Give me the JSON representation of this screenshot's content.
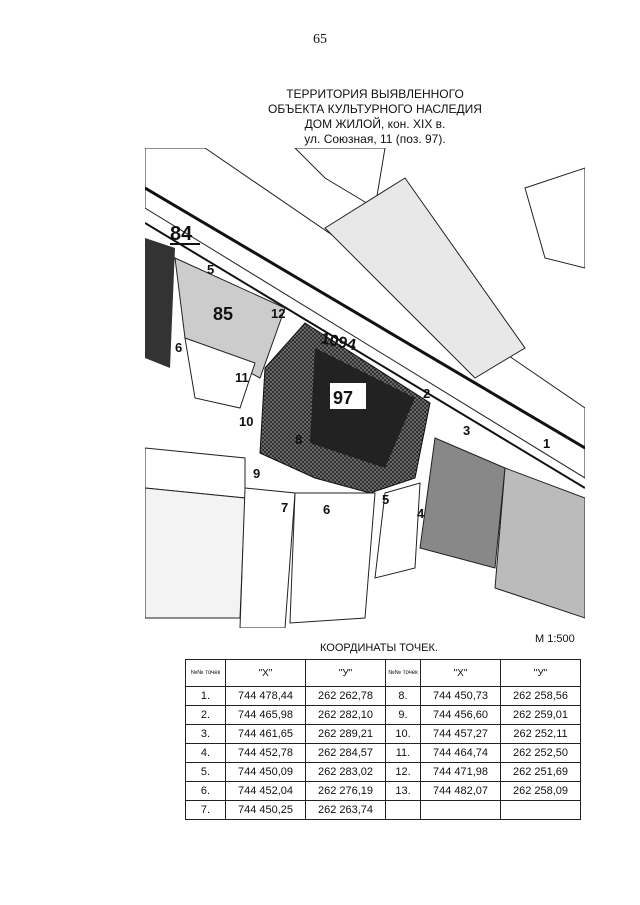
{
  "page_number": "65",
  "title": [
    "ТЕРРИТОРИЯ ВЫЯВЛЕННОГО",
    "ОБЪЕКТА КУЛЬТУРНОГО НАСЛЕДИЯ",
    "ДОМ ЖИЛОЙ, кон. XIX в.",
    "ул. Союзная, 11  (поз. 97)."
  ],
  "map": {
    "labels": {
      "parcel_84": "84",
      "parcel_85": "85",
      "parcel_97": "97",
      "parcel_1094": "1094"
    },
    "points": [
      "1",
      "2",
      "3",
      "4",
      "5",
      "6",
      "7",
      "8",
      "9",
      "10",
      "11",
      "12",
      "5",
      "6"
    ]
  },
  "scale": "M  1:500",
  "table": {
    "caption": "КООРДИНАТЫ  ТОЧЕК.",
    "headers": [
      "№№ точек",
      "\"X\"",
      "\"У\"",
      "№№ точек",
      "\"X\"",
      "\"У\""
    ],
    "rows": [
      [
        "1.",
        "744 478,44",
        "262 262,78",
        "8.",
        "744 450,73",
        "262 258,56"
      ],
      [
        "2.",
        "744 465,98",
        "262 282,10",
        "9.",
        "744 456,60",
        "262 259,01"
      ],
      [
        "3.",
        "744 461,65",
        "262 289,21",
        "10.",
        "744 457,27",
        "262 252,11"
      ],
      [
        "4.",
        "744 452,78",
        "262 284,57",
        "11.",
        "744 464,74",
        "262 252,50"
      ],
      [
        "5.",
        "744 450,09",
        "262 283,02",
        "12.",
        "744 471,98",
        "262 251,69"
      ],
      [
        "6.",
        "744 452,04",
        "262 276,19",
        "13.",
        "744 482,07",
        "262 258,09"
      ],
      [
        "7.",
        "744 450,25",
        "262 263,74",
        "",
        "",
        ""
      ]
    ]
  }
}
